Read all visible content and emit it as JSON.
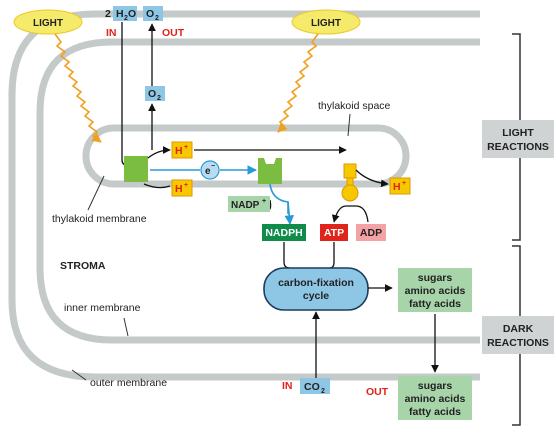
{
  "labels": {
    "light_left": "LIGHT",
    "light_right": "LIGHT",
    "water_coef": "2",
    "water_species": "H",
    "water_sub": "2",
    "water_tail": "O",
    "o2_top": "O",
    "o2_top_sub": "2",
    "o2_mid": "O",
    "o2_mid_sub": "2",
    "in_top": "IN",
    "out_top": "OUT",
    "thylakoid_space": "thylakoid space",
    "thylakoid_membrane": "thylakoid membrane",
    "stroma": "STROMA",
    "inner_membrane": "inner membrane",
    "outer_membrane": "outer membrane",
    "h_plus_1": "H",
    "h_plus_1_sup": "+",
    "h_plus_2": "H",
    "h_plus_2_sup": "+",
    "h_plus_3": "H",
    "h_plus_3_sup": "+",
    "electron": "e",
    "electron_sup": "−",
    "nadp": "NADP",
    "nadp_sup": "+",
    "nadph": "NADPH",
    "atp": "ATP",
    "adp": "ADP",
    "carbon_cycle_line1": "carbon-fixation",
    "carbon_cycle_line2": "cycle",
    "sugars_line1": "sugars",
    "sugars_line2": "amino acids",
    "sugars_line3": "fatty acids",
    "sugars_out_line1": "sugars",
    "sugars_out_line2": "amino acids",
    "sugars_out_line3": "fatty acids",
    "in_bottom": "IN",
    "co2": "CO",
    "co2_sub": "2",
    "out_bottom": "OUT",
    "light_reactions_line1": "LIGHT",
    "light_reactions_line2": "REACTIONS",
    "dark_reactions_line1": "DARK",
    "dark_reactions_line2": "REACTIONS"
  },
  "colors": {
    "membrane": "#c4c9c9",
    "green_box": "#a7d5a9",
    "blue_box": "#8ec6e6",
    "yellow": "#f6ea6a",
    "red": "#e0231b",
    "dark_green": "#0f8c4a",
    "pink": "#f4a2a5"
  }
}
